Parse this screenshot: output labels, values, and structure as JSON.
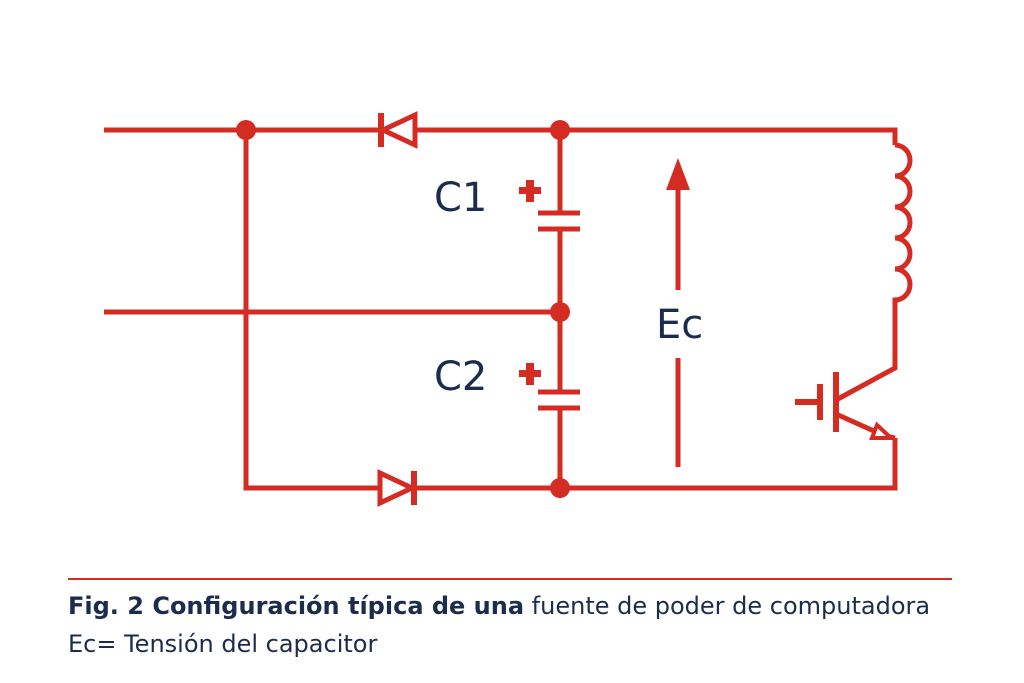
{
  "colors": {
    "circuit": "#d42b23",
    "text": "#1c2c4c"
  },
  "labels": {
    "c1": "C1",
    "c2": "C2",
    "ec": "Ec",
    "plus": "+"
  },
  "caption": {
    "bold": "Fig. 2 Configuración típica de una",
    "normal": " fuente de poder de computadora",
    "line2": "Ec= Tensión del capacitor"
  }
}
